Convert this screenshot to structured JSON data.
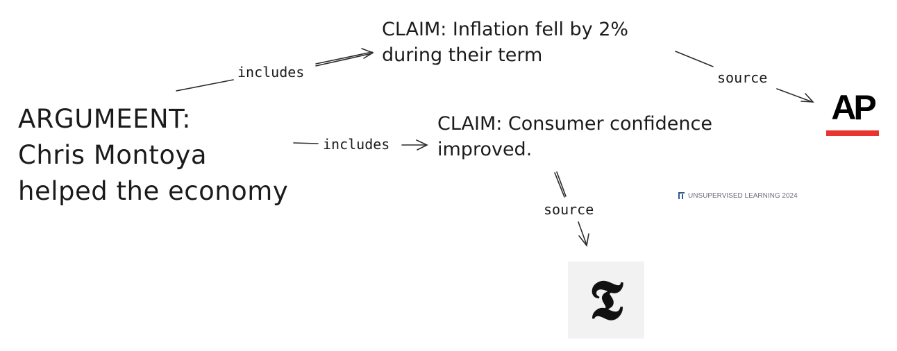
{
  "argument": {
    "line1": "ARGUMEENT:",
    "line2": "Chris Montoya",
    "line3": "helped the economy"
  },
  "claims": [
    {
      "line1": "CLAIM: Inflation fell by 2%",
      "line2": "during their term"
    },
    {
      "line1": "CLAIM: Consumer confidence",
      "line2": "improved."
    }
  ],
  "edges": {
    "includes_1": "includes",
    "includes_2": "includes",
    "source_1": "source",
    "source_2": "source"
  },
  "sources": {
    "ap": {
      "text": "AP",
      "bar_color": "#e8352f"
    },
    "nyt": {
      "glyph": "𝕿",
      "bg_color": "#f2f2f2"
    }
  },
  "watermark": {
    "text": "UNSUPERVISED LEARNING 2024",
    "icon": "ul-logo-icon"
  }
}
